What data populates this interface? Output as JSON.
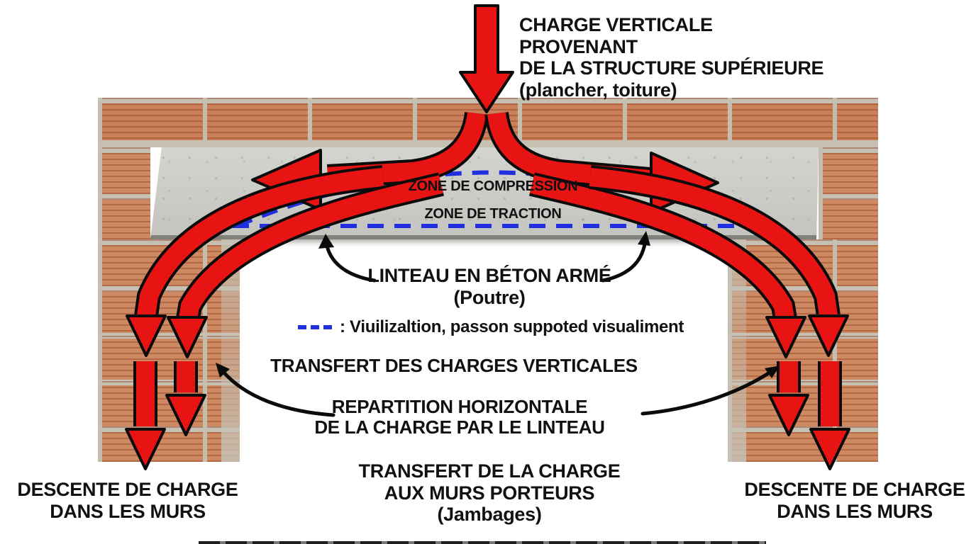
{
  "colors": {
    "arrow_red": "#e81414",
    "outline_black": "#0b0b0b",
    "dash_blue": "#2030e0",
    "text": "#111111",
    "brick": "#cd8961",
    "mortar": "#c6c0b3",
    "concrete": "#cacbc6"
  },
  "labels": {
    "top_charge": {
      "line1": "CHARGE VERTICALE PROVENANT",
      "line2": "DE LA STRUCTURE SUPÉRIEURE",
      "line3": "(plancher, toiture)"
    },
    "zone_compression": "ZONE DE COMPRESSION",
    "zone_traction": "ZONE DE TRACTION",
    "linteau": {
      "line1": "LINTEAU EN BÉTON ARMÉ",
      "line2": "(Poutre)"
    },
    "legend_dashed": ": Viuilizaltion, passon suppoted visualiment",
    "transfert_vertical": "TRANSFERT DES CHARGES VERTICALES",
    "repartition": {
      "line1": "REPARTITION HORIZONTALE",
      "line2": "DE LA CHARGE PAR LE LINTEAU"
    },
    "transfert_murs": {
      "line1": "TRANSFERT DE LA CHARGE",
      "line2": "AUX MURS PORTEURS",
      "line3": "(Jambages)"
    },
    "descente_left": {
      "line1": "DESCENTE DE CHARGE",
      "line2": "DANS LES MURS"
    },
    "descente_right": {
      "line1": "DESCENTE DE CHARGE",
      "line2": "DANS LES MURS"
    }
  }
}
